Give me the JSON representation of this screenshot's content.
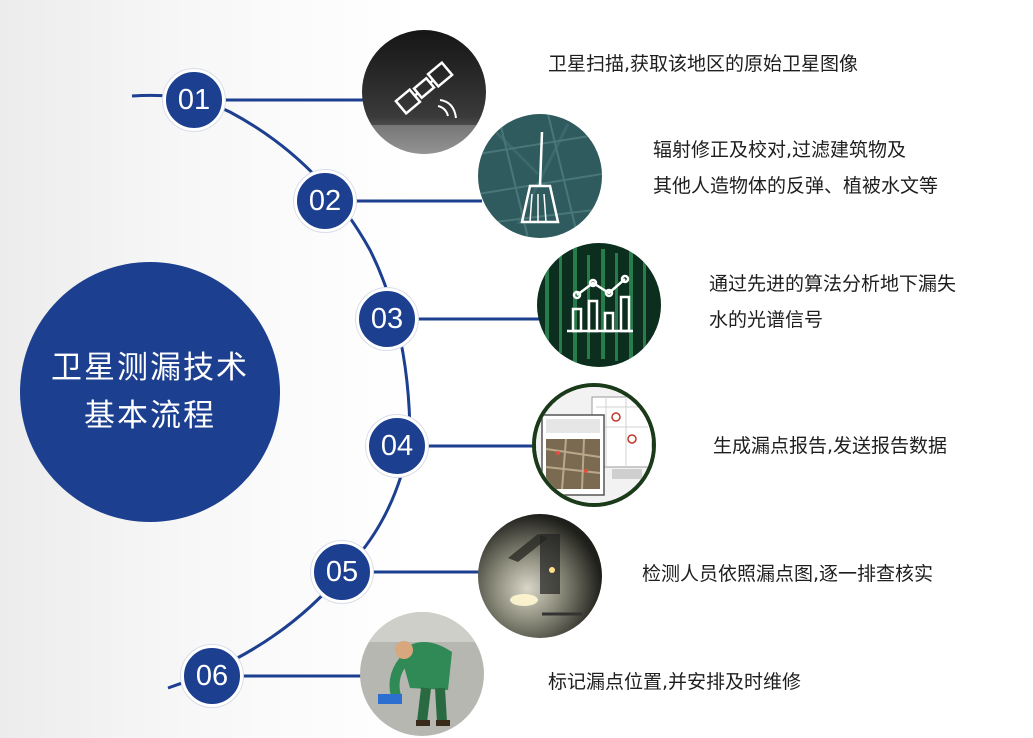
{
  "colors": {
    "primary": "#1c3f8f",
    "text": "#1e1e1e",
    "background": "#ffffff"
  },
  "hub": {
    "line1": "卫星测漏技术",
    "line2": "基本流程"
  },
  "steps": [
    {
      "num": "01",
      "icon": "satellite-icon",
      "text": [
        "卫星扫描,获取该地区的原始卫星图像"
      ]
    },
    {
      "num": "02",
      "icon": "broom-icon",
      "text": [
        "辐射修正及校对,过滤建筑物及",
        "其他人造物体的反弹、植被水文等"
      ]
    },
    {
      "num": "03",
      "icon": "analytics-chart-icon",
      "text": [
        "通过先进的算法分析地下漏失",
        "水的光谱信号"
      ]
    },
    {
      "num": "04",
      "icon": "report-screen-icon",
      "text": [
        "生成漏点报告,发送报告数据"
      ]
    },
    {
      "num": "05",
      "icon": "pipe-inspection-icon",
      "text": [
        "检测人员依照漏点图,逐一排查核实"
      ]
    },
    {
      "num": "06",
      "icon": "worker-marking-icon",
      "text": [
        "标记漏点位置,并安排及时维修"
      ]
    }
  ]
}
